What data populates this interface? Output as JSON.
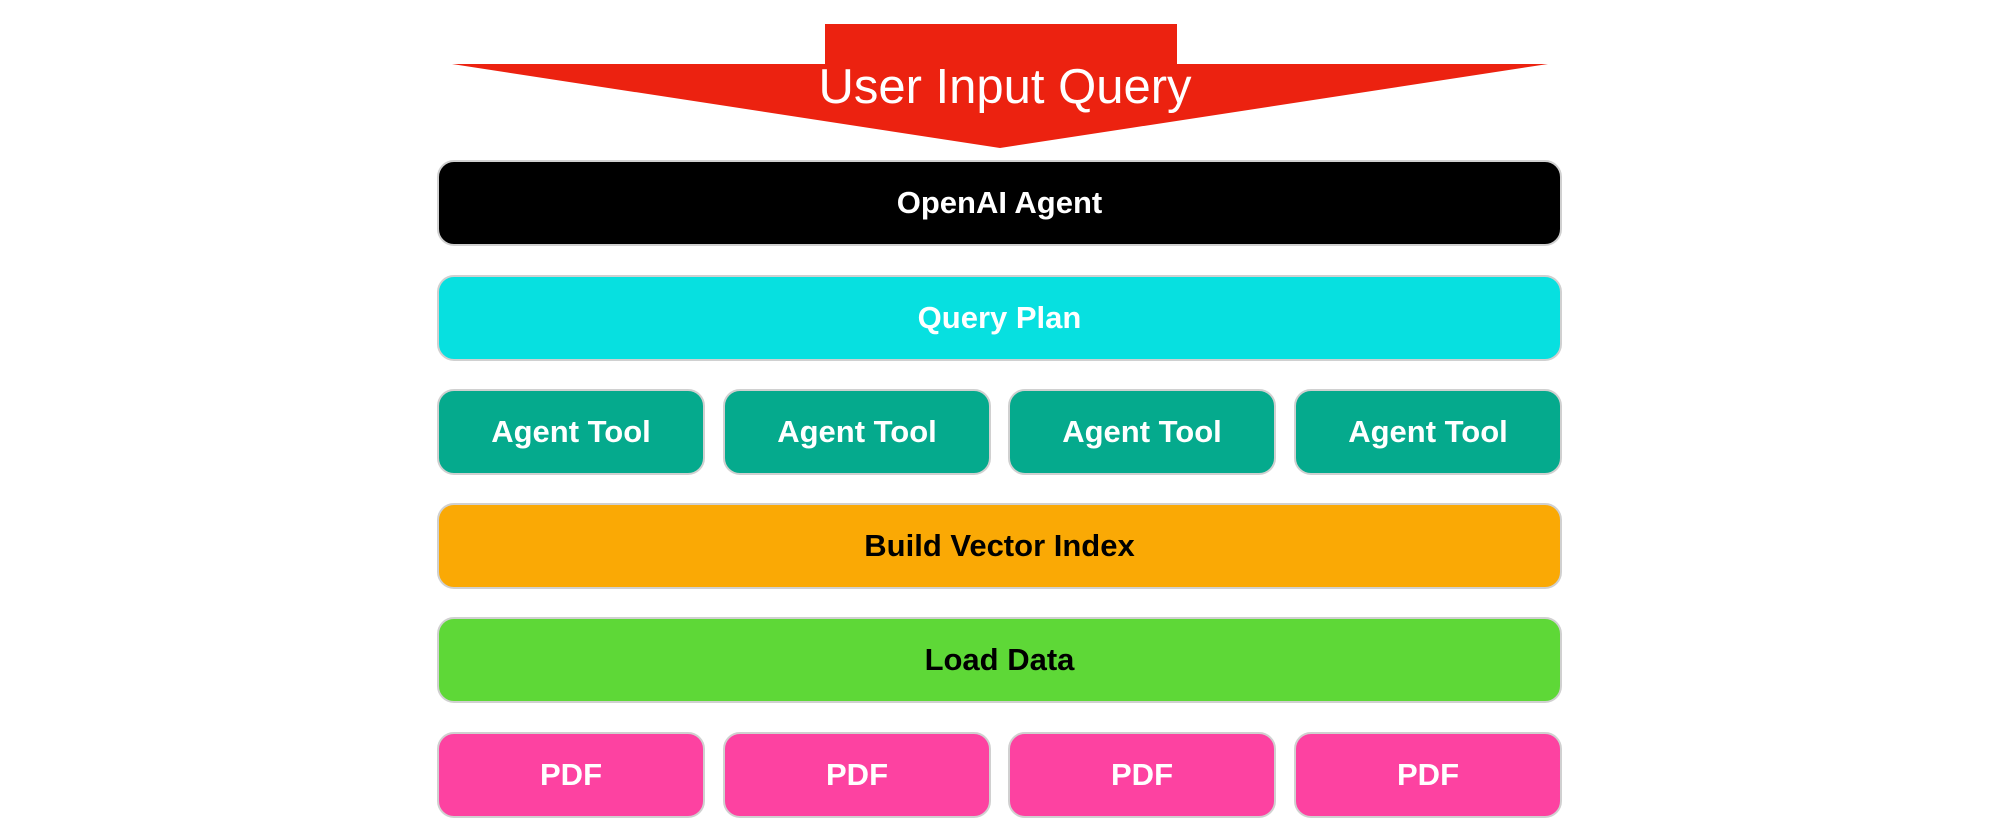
{
  "arrow": {
    "label": "User Input Query",
    "color": "#ec2210"
  },
  "layers": {
    "agent": {
      "label": "OpenAI Agent",
      "bg": "#000000",
      "fg": "#ffffff"
    },
    "plan": {
      "label": "Query Plan",
      "bg": "#07e0e0",
      "fg": "#ffffff"
    },
    "tools": {
      "bg": "#05aa8d",
      "fg": "#ffffff",
      "items": [
        {
          "label": "Agent Tool"
        },
        {
          "label": "Agent Tool"
        },
        {
          "label": "Agent Tool"
        },
        {
          "label": "Agent Tool"
        }
      ]
    },
    "index": {
      "label": "Build Vector Index",
      "bg": "#faa905",
      "fg": "#000000"
    },
    "load": {
      "label": "Load Data",
      "bg": "#5ed837",
      "fg": "#000000"
    },
    "pdfs": {
      "bg": "#fd42a1",
      "fg": "#ffffff",
      "items": [
        {
          "label": "PDF"
        },
        {
          "label": "PDF"
        },
        {
          "label": "PDF"
        },
        {
          "label": "PDF"
        }
      ]
    }
  }
}
